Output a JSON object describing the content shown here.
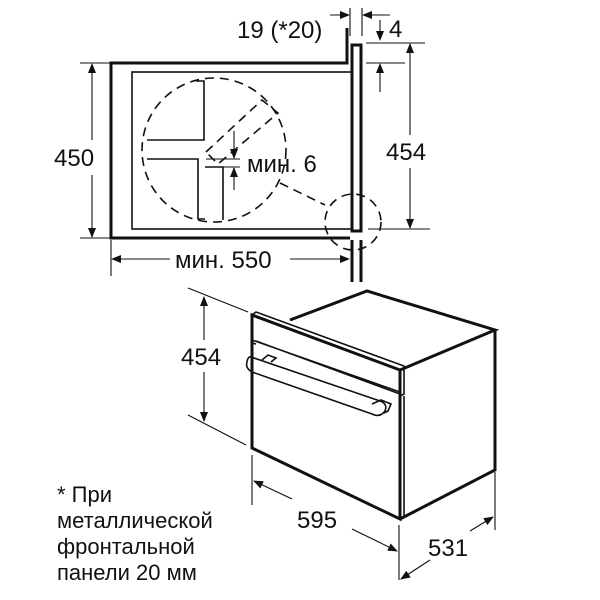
{
  "title": "Installation diagram",
  "niche": {
    "depth_top": "19 (*20)",
    "gap": "4",
    "height": "450",
    "panel_height": "454",
    "min_depth": "мин. 550",
    "min_gap": "мин. 6"
  },
  "oven": {
    "height": "454",
    "width": "595",
    "depth": "531"
  },
  "footnote": [
    "* При",
    "металлической",
    "фронтальной",
    "панели 20 мм"
  ],
  "colors": {
    "line": "#111111",
    "background": "#ffffff"
  }
}
